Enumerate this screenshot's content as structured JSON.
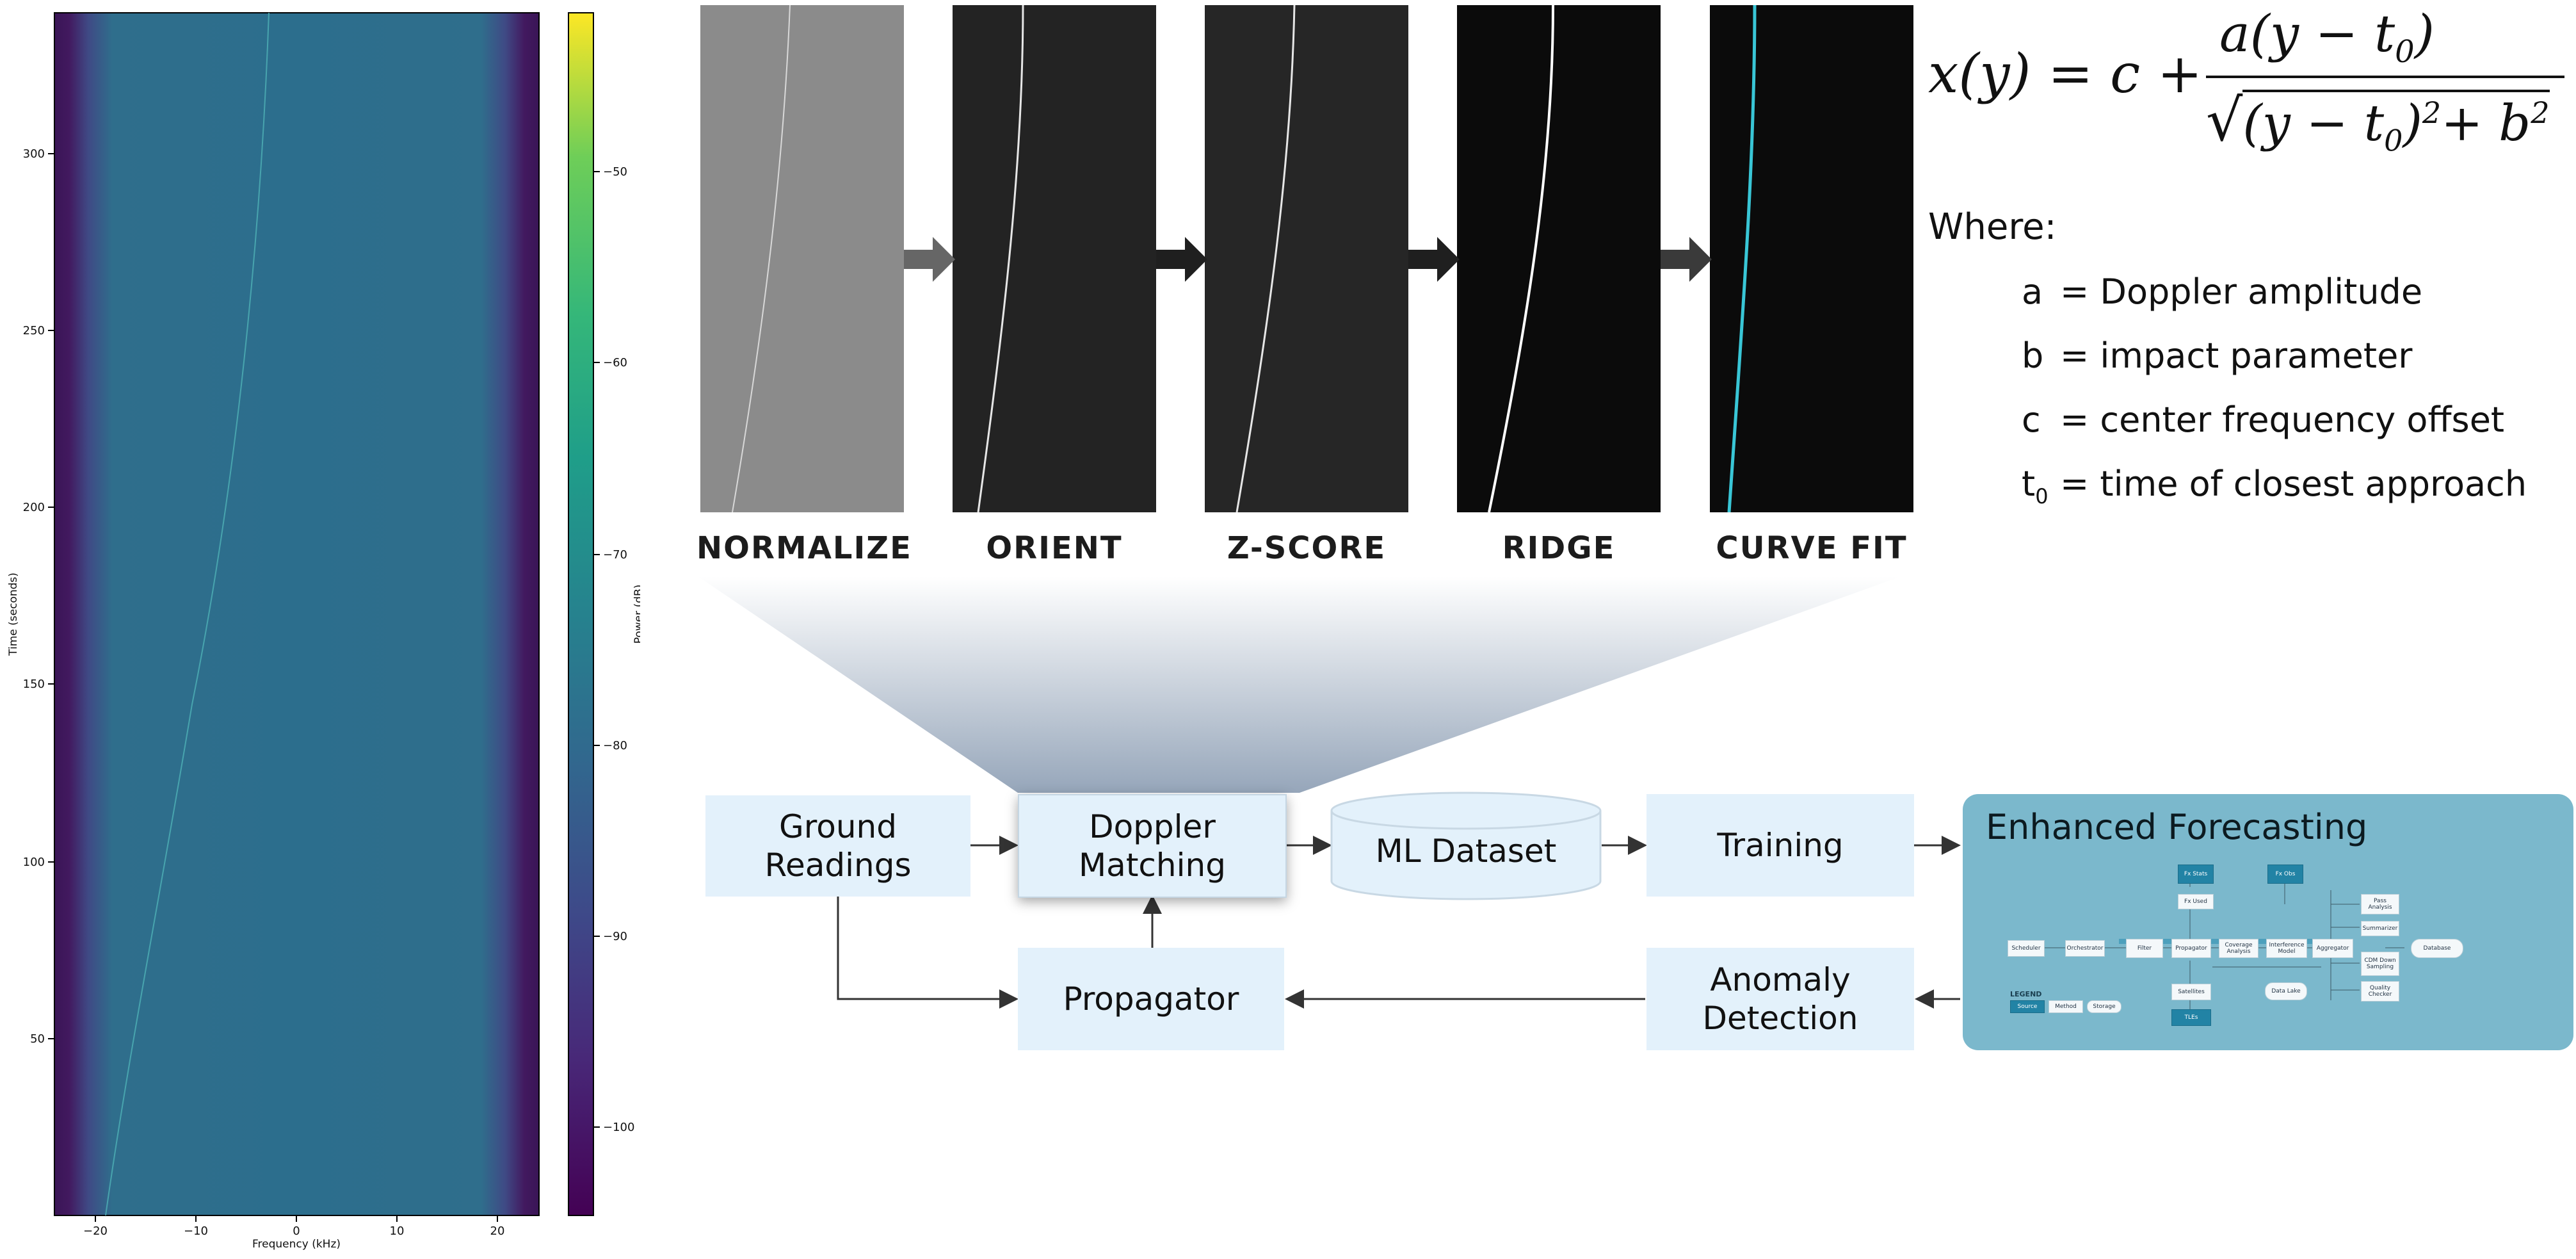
{
  "spectrogram": {
    "xlabel": "Frequency (kHz)",
    "ylabel": "Time (seconds)",
    "colorbar_label": "Power (dB)",
    "x_ticks": [
      "−20",
      "−10",
      "0",
      "10",
      "20"
    ],
    "y_ticks": [
      "50",
      "100",
      "150",
      "200",
      "250",
      "300"
    ],
    "colorbar_ticks": [
      "−50",
      "−60",
      "−70",
      "−80",
      "−90",
      "−100"
    ],
    "colormap": "viridis"
  },
  "pipeline": {
    "stages": [
      {
        "label": "NORMALIZE"
      },
      {
        "label": "ORIENT"
      },
      {
        "label": "Z-SCORE"
      },
      {
        "label": "RIDGE"
      },
      {
        "label": "CURVE FIT"
      }
    ]
  },
  "formula": {
    "lhs": "x(y) = c +",
    "numerator": "a(y − t",
    "numerator_sub": "0",
    "numerator_close": ")",
    "denominator_a": "(y − t",
    "denominator_sub": "0",
    "denominator_b": ")",
    "denominator_sup": "2",
    "denominator_plus": "+ b",
    "denominator_sup2": "2",
    "where": "Where:",
    "definitions": [
      {
        "symbol": "a",
        "text": "= Doppler amplitude"
      },
      {
        "symbol": "b",
        "text": "= impact parameter"
      },
      {
        "symbol": "c",
        "text": "= center frequency offset"
      },
      {
        "symbol": "t",
        "sub": "0",
        "text": "= time of closest approach"
      }
    ]
  },
  "flow": {
    "ground_readings": [
      "Ground",
      "Readings"
    ],
    "doppler_matching": [
      "Doppler",
      "Matching"
    ],
    "ml_dataset": "ML Dataset",
    "training": "Training",
    "propagator": "Propagator",
    "anomaly_detection": [
      "Anomaly",
      "Detection"
    ],
    "enhanced_forecasting": {
      "title": "Enhanced Forecasting",
      "nodes": {
        "fx_stats": "Fx Stats",
        "fx_obs": "Fx Obs",
        "fx_used": "Fx Used",
        "scheduler": "Scheduler",
        "orchestrator": "Orchestrator",
        "filter": "Filter",
        "propagator": "Propagator",
        "coverage": "Coverage Analysis",
        "interference": "Interference Model",
        "aggregator": "Aggregator",
        "pass_analysis": "Pass Analysis",
        "summarizer": "Summarizer",
        "cdm": "CDM Down Sampling",
        "quality": "Quality Checker",
        "database": "Database",
        "satellites": "Satellites",
        "tles": "TLEs",
        "data_lake": "Data Lake"
      },
      "legend_title": "LEGEND",
      "legend_items": [
        "Source",
        "Method",
        "Storage"
      ]
    }
  },
  "colors": {
    "box_fill": "#e3f1fb",
    "forecast_fill": "#7bb8cc",
    "fit_curve": "#39c6d6",
    "arrow": "#333333"
  }
}
